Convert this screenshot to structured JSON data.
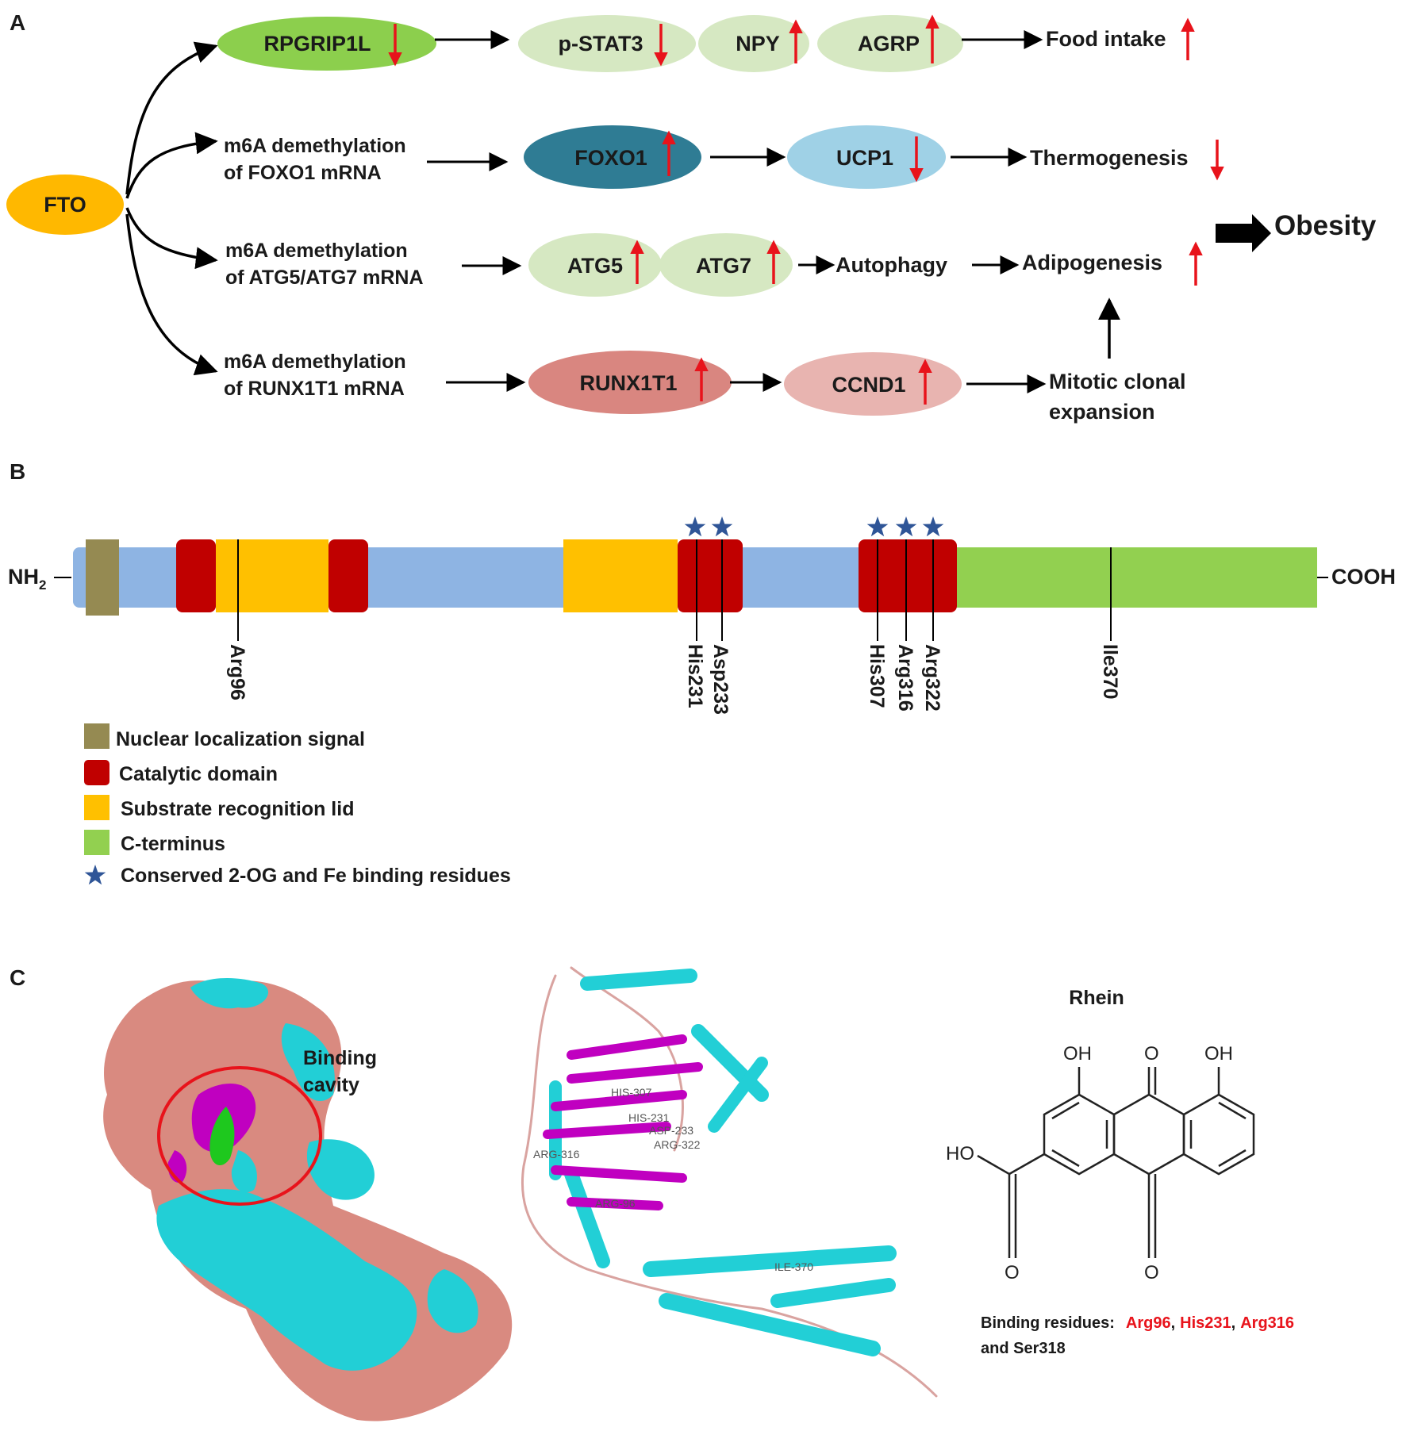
{
  "panels": {
    "a": "A",
    "b": "B",
    "c": "C"
  },
  "panel_a": {
    "fto": "FTO",
    "rows": [
      {
        "lead": "",
        "lead2": "",
        "nodes": [
          "RPGRIP1L",
          "p-STAT3",
          "NPY",
          "AGRP"
        ],
        "outcome": "Food intake"
      },
      {
        "lead": "m6A demethylation",
        "lead2": "of FOXO1 mRNA",
        "nodes": [
          "FOXO1",
          "UCP1"
        ],
        "outcome": "Thermogenesis"
      },
      {
        "lead": "m6A demethylation",
        "lead2": "of ATG5/ATG7  mRNA",
        "nodes": [
          "ATG5",
          "ATG7"
        ],
        "mid": "Autophagy",
        "outcome": "Adipogenesis"
      },
      {
        "lead": "m6A demethylation",
        "lead2": "of RUNX1T1 mRNA",
        "nodes": [
          "RUNX1T1",
          "CCND1"
        ],
        "outcome": "Mitotic clonal",
        "outcome2": "expansion"
      }
    ],
    "final": "Obesity"
  },
  "panel_b": {
    "n_term": "NH",
    "n_term_sub": "2",
    "c_term": "COOH",
    "residues": [
      "Arg96",
      "His231",
      "Asp233",
      "His307",
      "Arg316",
      "Arg322",
      "Ile370"
    ],
    "legend": [
      {
        "label": "Nuclear localization signal",
        "color": "#958a52"
      },
      {
        "label": "Catalytic domain",
        "color": "#c00000"
      },
      {
        "label": "Substrate recognition lid",
        "color": "#ffc000"
      },
      {
        "label": "C-terminus",
        "color": "#92d050"
      },
      {
        "label": "Conserved 2-OG and Fe binding residues",
        "color": "#2f5597"
      }
    ]
  },
  "panel_c": {
    "binding_label_1": "Binding",
    "binding_label_2": "cavity",
    "ribbon_labels": [
      "HIS-307",
      "HIS-231",
      "ASP-233",
      "ARG-322",
      "ARG-316",
      "ARG-96",
      "ILE-370"
    ],
    "compound": "Rhein",
    "chem_labels": {
      "oh": "OH",
      "o": "O",
      "ho": "HO"
    },
    "residues_prefix": "Binding residues:",
    "residues_red": [
      "Arg96",
      "His231",
      "Arg316"
    ],
    "residues_sep": ",",
    "residues_suffix": "and Ser318"
  },
  "colors": {
    "up_down_arrow": "#e8131b",
    "catalytic": "#c00000",
    "lid": "#ffc000",
    "backbone": "#8eb4e3",
    "cterm": "#92d050",
    "star": "#2f5597",
    "surface_pink": "#d98a80",
    "surface_cyan": "#22cfd6",
    "surface_magenta": "#c000c0"
  }
}
